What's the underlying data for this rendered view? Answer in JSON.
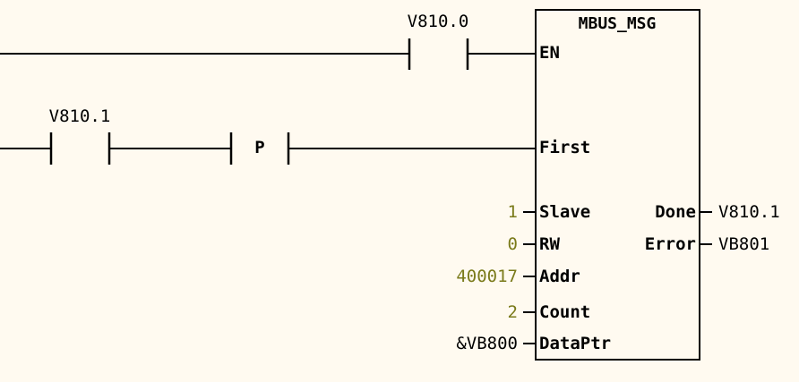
{
  "block": {
    "title": "MBUS_MSG",
    "inputs": {
      "en": "EN",
      "first": "First",
      "slave": "Slave",
      "rw": "RW",
      "addr": "Addr",
      "count": "Count",
      "dataptr": "DataPtr"
    },
    "outputs": {
      "done": "Done",
      "error": "Error"
    }
  },
  "contacts": {
    "en_contact": "V810.0",
    "first_contact": "V810.1",
    "pulse": "P"
  },
  "params": {
    "slave": "1",
    "rw": "0",
    "addr": "400017",
    "count": "2",
    "dataptr": "&VB800"
  },
  "outputs": {
    "done": "V810.1",
    "error": "VB801"
  },
  "colors": {
    "background": "#fffaf0",
    "constant": "#7a7a1a"
  }
}
